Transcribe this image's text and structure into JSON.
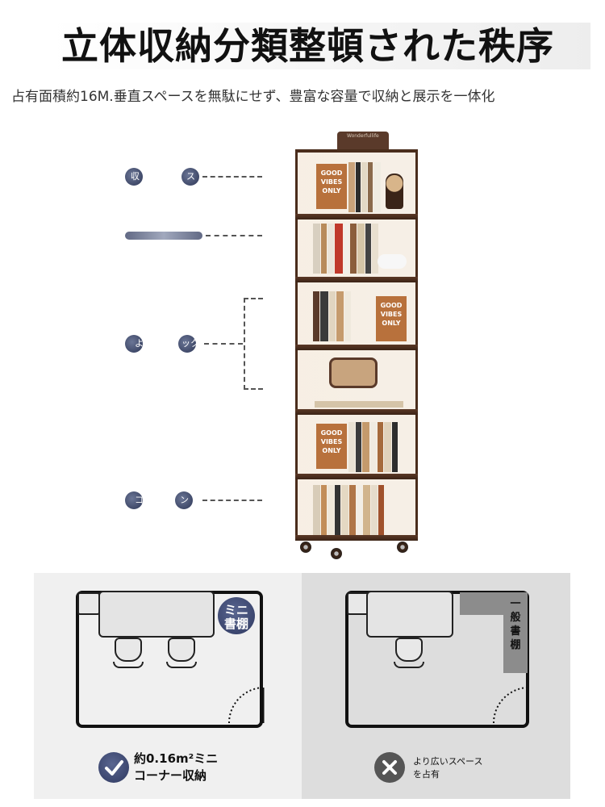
{
  "header": {
    "title": "立体収納分類整頓された秩序",
    "subtitle": "占有面積約16M.垂直スペースを無駄にせず、豊富な容量で収納と展示を一体化"
  },
  "callouts": [
    {
      "left_text": "収",
      "right_text": "ス"
    },
    {
      "left_text": "",
      "right_text": ""
    },
    {
      "left_text": "よ",
      "right_text": "ック"
    },
    {
      "left_text": "コ",
      "right_text": "ン"
    }
  ],
  "shelf": {
    "basket_label": "Wonderfullife",
    "posters": [
      "GOOD VIBES ONLY",
      "GOOD VIBES ONLY",
      "GOOD VIBES ONLY"
    ]
  },
  "comparison": {
    "left": {
      "shelf_label": "ミニ 書棚",
      "caption": "約0.16m²ミニ\nコーナー収納",
      "caption_line1": "約0.16m²ミニ",
      "caption_line2": "コーナー収納",
      "icon": "check-icon"
    },
    "right": {
      "shelf_label": "一般書棚",
      "caption_line1": "より広いスペース",
      "caption_line2": "を占有",
      "icon": "x-icon"
    }
  },
  "colors": {
    "accent": "#2e3860",
    "frame": "#4a2d1c",
    "panel_left": "#f0f0f0",
    "panel_right": "#dddddd"
  }
}
